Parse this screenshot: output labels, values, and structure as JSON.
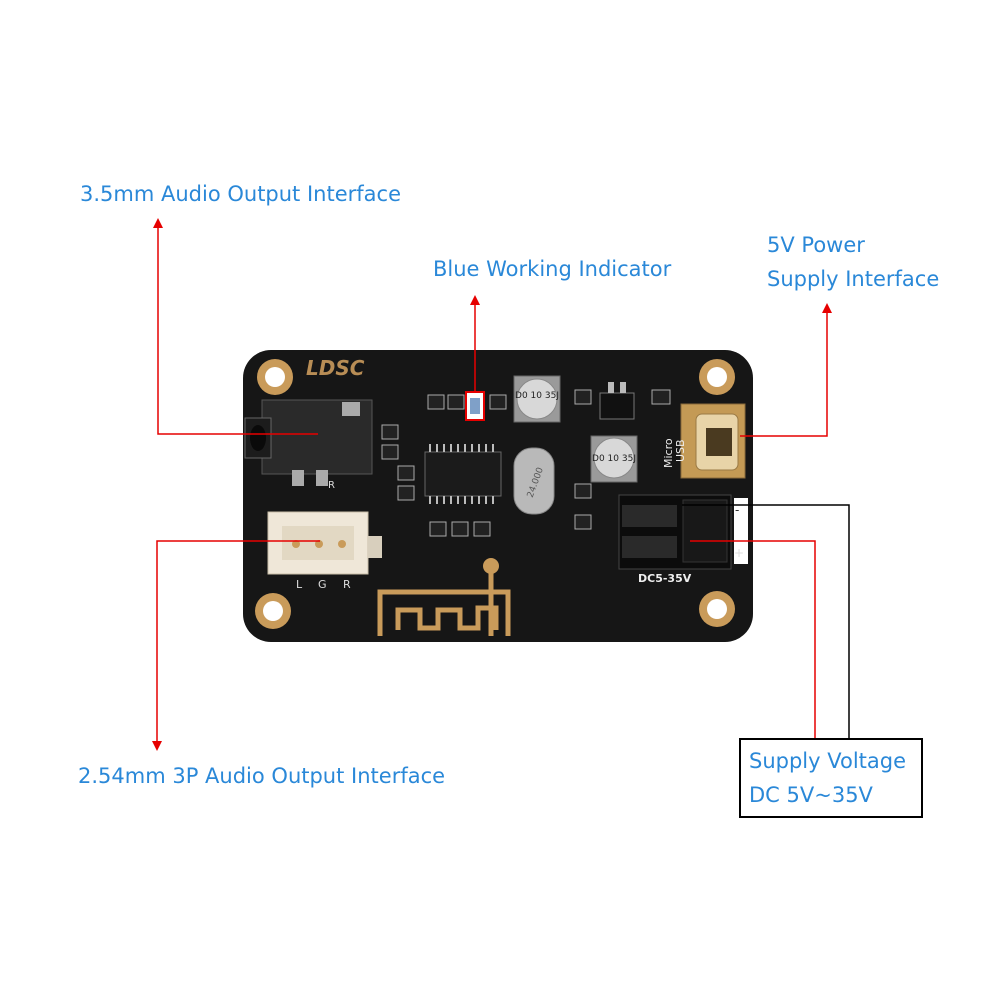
{
  "callouts": {
    "audio_35mm": "3.5mm Audio Output Interface",
    "blue_indicator": "Blue Working Indicator",
    "power_5v_line1": "5V Power",
    "power_5v_line2": "Supply Interface",
    "audio_254mm": "2.54mm 3P Audio Output Interface",
    "supply_line1": "Supply Voltage",
    "supply_line2": "DC 5V~35V"
  },
  "pcb": {
    "brand": "LDSC",
    "usb_label_1": "Micro",
    "usb_label_2": "USB",
    "dc_label": "DC5-35V",
    "header_L": "L",
    "header_G": "G",
    "header_R": "R",
    "cap_1": "D0 10 35J",
    "cap_2": "D0 10 35J",
    "crystal": "24.000",
    "plus": "+",
    "minus": "-",
    "jack_r": "R"
  },
  "colors": {
    "arrow": "#e60000",
    "label": "#2a88d8",
    "board": "#151515",
    "pad": "#c99b5a"
  }
}
